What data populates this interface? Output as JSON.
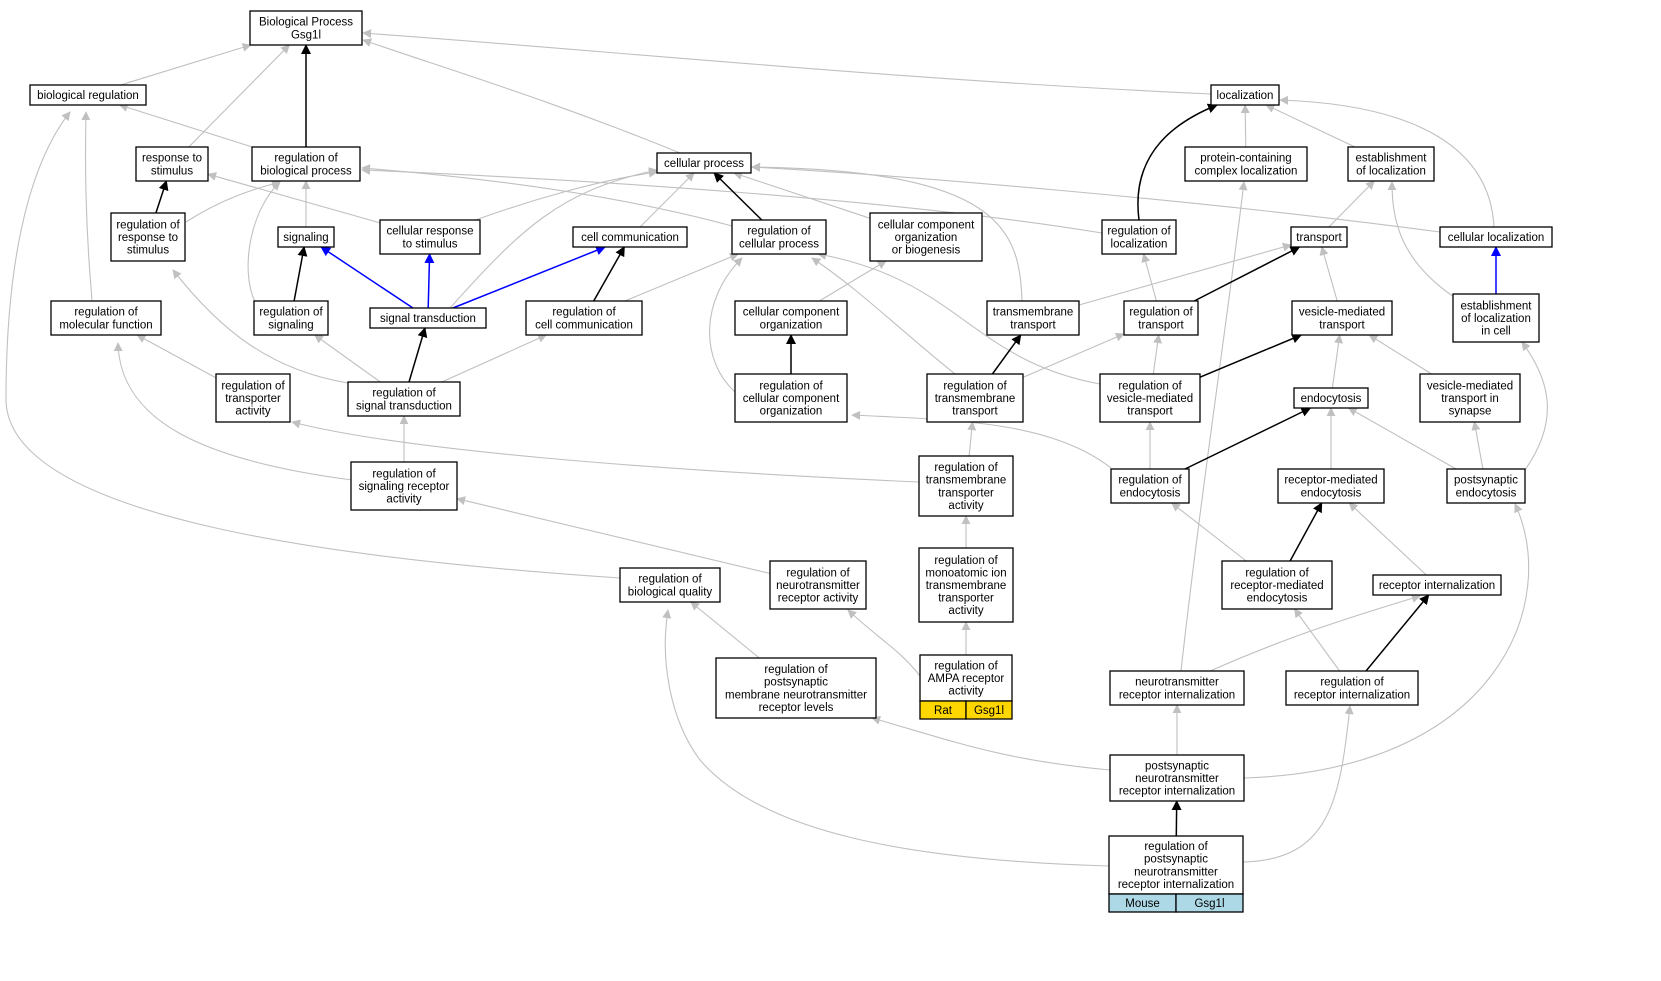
{
  "colors": {
    "edge_gray": "#c0c0c0",
    "edge_black": "#000000",
    "edge_blue": "#0000ff",
    "rat_fill": "#ffd700",
    "mouse_fill": "#add8e6"
  },
  "nodes": [
    {
      "id": "bp",
      "lines": [
        "Biological Process",
        "Gsg1l"
      ]
    },
    {
      "id": "biological-regulation",
      "lines": [
        "biological regulation"
      ]
    },
    {
      "id": "localization",
      "lines": [
        "localization"
      ]
    },
    {
      "id": "response-to-stimulus",
      "lines": [
        "response to",
        "stimulus"
      ]
    },
    {
      "id": "regulation-of-biological-process",
      "lines": [
        "regulation of",
        "biological process"
      ]
    },
    {
      "id": "cellular-process",
      "lines": [
        "cellular process"
      ]
    },
    {
      "id": "protein-containing-complex-localization",
      "lines": [
        "protein-containing",
        "complex localization"
      ]
    },
    {
      "id": "establishment-of-localization",
      "lines": [
        "establishment",
        "of localization"
      ]
    },
    {
      "id": "regulation-of-response-to-stimulus",
      "lines": [
        "regulation of",
        "response to",
        "stimulus"
      ]
    },
    {
      "id": "signaling",
      "lines": [
        "signaling"
      ]
    },
    {
      "id": "cellular-response-to-stimulus",
      "lines": [
        "cellular response",
        "to stimulus"
      ]
    },
    {
      "id": "cell-communication",
      "lines": [
        "cell communication"
      ]
    },
    {
      "id": "regulation-of-cellular-process",
      "lines": [
        "regulation of",
        "cellular process"
      ]
    },
    {
      "id": "cellular-component-organization-or-biogenesis",
      "lines": [
        "cellular component",
        "organization",
        "or biogenesis"
      ]
    },
    {
      "id": "regulation-of-localization",
      "lines": [
        "regulation of",
        "localization"
      ]
    },
    {
      "id": "transport",
      "lines": [
        "transport"
      ]
    },
    {
      "id": "cellular-localization",
      "lines": [
        "cellular localization"
      ]
    },
    {
      "id": "regulation-of-molecular-function",
      "lines": [
        "regulation of",
        "molecular function"
      ]
    },
    {
      "id": "regulation-of-signaling",
      "lines": [
        "regulation of",
        "signaling"
      ]
    },
    {
      "id": "signal-transduction",
      "lines": [
        "signal transduction"
      ]
    },
    {
      "id": "regulation-of-cell-communication",
      "lines": [
        "regulation of",
        "cell communication"
      ]
    },
    {
      "id": "cellular-component-organization",
      "lines": [
        "cellular component",
        "organization"
      ]
    },
    {
      "id": "transmembrane-transport",
      "lines": [
        "transmembrane",
        "transport"
      ]
    },
    {
      "id": "regulation-of-transport",
      "lines": [
        "regulation of",
        "transport"
      ]
    },
    {
      "id": "vesicle-mediated-transport",
      "lines": [
        "vesicle-mediated",
        "transport"
      ]
    },
    {
      "id": "establishment-of-localization-in-cell",
      "lines": [
        "establishment",
        "of localization",
        "in cell"
      ]
    },
    {
      "id": "regulation-of-transporter-activity",
      "lines": [
        "regulation of",
        "transporter",
        "activity"
      ]
    },
    {
      "id": "regulation-of-signal-transduction",
      "lines": [
        "regulation of",
        "signal transduction"
      ]
    },
    {
      "id": "regulation-of-cellular-component-organization",
      "lines": [
        "regulation of",
        "cellular component",
        "organization"
      ]
    },
    {
      "id": "regulation-of-transmembrane-transport",
      "lines": [
        "regulation of",
        "transmembrane",
        "transport"
      ]
    },
    {
      "id": "regulation-of-vesicle-mediated-transport",
      "lines": [
        "regulation of",
        "vesicle-mediated",
        "transport"
      ]
    },
    {
      "id": "endocytosis",
      "lines": [
        "endocytosis"
      ]
    },
    {
      "id": "vesicle-mediated-transport-in-synapse",
      "lines": [
        "vesicle-mediated",
        "transport in",
        "synapse"
      ]
    },
    {
      "id": "regulation-of-signaling-receptor-activity",
      "lines": [
        "regulation of",
        "signaling receptor",
        "activity"
      ]
    },
    {
      "id": "regulation-of-transmembrane-transporter-activity",
      "lines": [
        "regulation of",
        "transmembrane",
        "transporter",
        "activity"
      ]
    },
    {
      "id": "regulation-of-endocytosis",
      "lines": [
        "regulation of",
        "endocytosis"
      ]
    },
    {
      "id": "receptor-mediated-endocytosis",
      "lines": [
        "receptor-mediated",
        "endocytosis"
      ]
    },
    {
      "id": "postsynaptic-endocytosis",
      "lines": [
        "postsynaptic",
        "endocytosis"
      ]
    },
    {
      "id": "regulation-of-biological-quality",
      "lines": [
        "regulation of",
        "biological quality"
      ]
    },
    {
      "id": "regulation-of-neurotransmitter-receptor-activity",
      "lines": [
        "regulation of",
        "neurotransmitter",
        "receptor activity"
      ]
    },
    {
      "id": "regulation-of-monoatomic-ion-transmembrane-transporter-activity",
      "lines": [
        "regulation of",
        "monoatomic ion",
        "transmembrane",
        "transporter",
        "activity"
      ]
    },
    {
      "id": "regulation-of-receptor-mediated-endocytosis",
      "lines": [
        "regulation of",
        "receptor-mediated",
        "endocytosis"
      ]
    },
    {
      "id": "receptor-internalization",
      "lines": [
        "receptor internalization"
      ]
    },
    {
      "id": "regulation-of-postsynaptic-membrane-neurotransmitter-receptor-levels",
      "lines": [
        "regulation of",
        "postsynaptic",
        "membrane neurotransmitter",
        "receptor levels"
      ]
    },
    {
      "id": "regulation-of-ampa-receptor-activity",
      "lines": [
        "regulation of",
        "AMPA receptor",
        "activity"
      ],
      "tags": [
        {
          "label": "Rat",
          "color": "#ffd700"
        },
        {
          "label": "Gsg1l",
          "color": "#ffd700"
        }
      ]
    },
    {
      "id": "neurotransmitter-receptor-internalization",
      "lines": [
        "neurotransmitter",
        "receptor internalization"
      ]
    },
    {
      "id": "regulation-of-receptor-internalization",
      "lines": [
        "regulation of",
        "receptor internalization"
      ]
    },
    {
      "id": "postsynaptic-neurotransmitter-receptor-internalization",
      "lines": [
        "postsynaptic",
        "neurotransmitter",
        "receptor internalization"
      ]
    },
    {
      "id": "regulation-of-postsynaptic-neurotransmitter-receptor-internalization",
      "lines": [
        "regulation of",
        "postsynaptic",
        "neurotransmitter",
        "receptor internalization"
      ],
      "tags": [
        {
          "label": "Mouse",
          "color": "#add8e6"
        },
        {
          "label": "Gsg1l",
          "color": "#add8e6"
        }
      ]
    }
  ],
  "edges": [
    {
      "from": "biological-regulation",
      "to": "bp",
      "color": "gray"
    },
    {
      "from": "regulation-of-biological-process",
      "to": "bp",
      "color": "black"
    },
    {
      "from": "cellular-process",
      "to": "bp",
      "color": "gray"
    },
    {
      "from": "response-to-stimulus",
      "to": "bp",
      "color": "gray"
    },
    {
      "from": "localization",
      "to": "bp",
      "color": "gray"
    },
    {
      "from": "regulation-of-biological-process",
      "to": "biological-regulation",
      "color": "gray"
    },
    {
      "from": "regulation-of-molecular-function",
      "to": "biological-regulation",
      "color": "gray"
    },
    {
      "from": "regulation-of-biological-quality",
      "to": "biological-regulation",
      "color": "gray"
    },
    {
      "from": "regulation-of-response-to-stimulus",
      "to": "response-to-stimulus",
      "color": "black"
    },
    {
      "from": "cellular-response-to-stimulus",
      "to": "response-to-stimulus",
      "color": "gray"
    },
    {
      "from": "regulation-of-response-to-stimulus",
      "to": "regulation-of-biological-process",
      "color": "gray"
    },
    {
      "from": "regulation-of-signaling",
      "to": "regulation-of-biological-process",
      "color": "gray"
    },
    {
      "from": "regulation-of-cellular-process",
      "to": "regulation-of-biological-process",
      "color": "gray"
    },
    {
      "from": "regulation-of-localization",
      "to": "regulation-of-biological-process",
      "color": "gray"
    },
    {
      "from": "signaling",
      "to": "regulation-of-biological-process",
      "color": "gray"
    },
    {
      "from": "cell-communication",
      "to": "cellular-process",
      "color": "gray"
    },
    {
      "from": "regulation-of-cellular-process",
      "to": "cellular-process",
      "color": "black"
    },
    {
      "from": "cellular-response-to-stimulus",
      "to": "cellular-process",
      "color": "gray"
    },
    {
      "from": "signal-transduction",
      "to": "cellular-process",
      "color": "gray"
    },
    {
      "from": "cellular-component-organization-or-biogenesis",
      "to": "cellular-process",
      "color": "gray"
    },
    {
      "from": "transmembrane-transport",
      "to": "cellular-process",
      "color": "gray"
    },
    {
      "from": "cellular-localization",
      "to": "cellular-process",
      "color": "gray"
    },
    {
      "from": "regulation-of-localization",
      "to": "localization",
      "color": "black"
    },
    {
      "from": "protein-containing-complex-localization",
      "to": "localization",
      "color": "gray"
    },
    {
      "from": "establishment-of-localization",
      "to": "localization",
      "color": "gray"
    },
    {
      "from": "cellular-localization",
      "to": "localization",
      "color": "gray"
    },
    {
      "from": "transport",
      "to": "establishment-of-localization",
      "color": "gray"
    },
    {
      "from": "establishment-of-localization-in-cell",
      "to": "establishment-of-localization",
      "color": "gray"
    },
    {
      "from": "establishment-of-localization-in-cell",
      "to": "cellular-localization",
      "color": "blue"
    },
    {
      "from": "neurotransmitter-receptor-internalization",
      "to": "protein-containing-complex-localization",
      "color": "gray"
    },
    {
      "from": "regulation-of-signaling",
      "to": "signaling",
      "color": "black"
    },
    {
      "from": "signal-transduction",
      "to": "signaling",
      "color": "blue"
    },
    {
      "from": "signal-transduction",
      "to": "cellular-response-to-stimulus",
      "color": "blue"
    },
    {
      "from": "signal-transduction",
      "to": "cell-communication",
      "color": "blue"
    },
    {
      "from": "regulation-of-cell-communication",
      "to": "cell-communication",
      "color": "black"
    },
    {
      "from": "regulation-of-signal-transduction",
      "to": "signal-transduction",
      "color": "black"
    },
    {
      "from": "regulation-of-signal-transduction",
      "to": "regulation-of-signaling",
      "color": "gray"
    },
    {
      "from": "regulation-of-signal-transduction",
      "to": "regulation-of-cell-communication",
      "color": "gray"
    },
    {
      "from": "regulation-of-signal-transduction",
      "to": "regulation-of-response-to-stimulus",
      "color": "gray"
    },
    {
      "from": "regulation-of-cell-communication",
      "to": "regulation-of-cellular-process",
      "color": "gray"
    },
    {
      "from": "regulation-of-cellular-component-organization",
      "to": "regulation-of-cellular-process",
      "color": "gray"
    },
    {
      "from": "regulation-of-transmembrane-transport",
      "to": "regulation-of-cellular-process",
      "color": "gray"
    },
    {
      "from": "regulation-of-vesicle-mediated-transport",
      "to": "regulation-of-cellular-process",
      "color": "gray"
    },
    {
      "from": "cellular-component-organization",
      "to": "cellular-component-organization-or-biogenesis",
      "color": "gray"
    },
    {
      "from": "regulation-of-cellular-component-organization",
      "to": "cellular-component-organization",
      "color": "black"
    },
    {
      "from": "regulation-of-transport",
      "to": "regulation-of-localization",
      "color": "gray"
    },
    {
      "from": "regulation-of-transport",
      "to": "transport",
      "color": "black"
    },
    {
      "from": "transmembrane-transport",
      "to": "transport",
      "color": "gray"
    },
    {
      "from": "vesicle-mediated-transport",
      "to": "transport",
      "color": "gray"
    },
    {
      "from": "regulation-of-transmembrane-transport",
      "to": "transmembrane-transport",
      "color": "black"
    },
    {
      "from": "regulation-of-transmembrane-transport",
      "to": "regulation-of-transport",
      "color": "gray"
    },
    {
      "from": "regulation-of-vesicle-mediated-transport",
      "to": "regulation-of-transport",
      "color": "gray"
    },
    {
      "from": "regulation-of-vesicle-mediated-transport",
      "to": "vesicle-mediated-transport",
      "color": "black"
    },
    {
      "from": "endocytosis",
      "to": "vesicle-mediated-transport",
      "color": "gray"
    },
    {
      "from": "vesicle-mediated-transport-in-synapse",
      "to": "vesicle-mediated-transport",
      "color": "gray"
    },
    {
      "from": "postsynaptic-endocytosis",
      "to": "establishment-of-localization-in-cell",
      "color": "gray"
    },
    {
      "from": "regulation-of-transporter-activity",
      "to": "regulation-of-molecular-function",
      "color": "gray"
    },
    {
      "from": "regulation-of-signaling-receptor-activity",
      "to": "regulation-of-molecular-function",
      "color": "gray"
    },
    {
      "from": "regulation-of-signaling-receptor-activity",
      "to": "regulation-of-signal-transduction",
      "color": "gray"
    },
    {
      "from": "regulation-of-transmembrane-transporter-activity",
      "to": "regulation-of-transporter-activity",
      "color": "gray"
    },
    {
      "from": "regulation-of-transmembrane-transporter-activity",
      "to": "regulation-of-transmembrane-transport",
      "color": "gray"
    },
    {
      "from": "regulation-of-endocytosis",
      "to": "regulation-of-cellular-component-organization",
      "color": "gray"
    },
    {
      "from": "regulation-of-endocytosis",
      "to": "regulation-of-vesicle-mediated-transport",
      "color": "gray"
    },
    {
      "from": "regulation-of-endocytosis",
      "to": "endocytosis",
      "color": "black"
    },
    {
      "from": "receptor-mediated-endocytosis",
      "to": "endocytosis",
      "color": "gray"
    },
    {
      "from": "postsynaptic-endocytosis",
      "to": "endocytosis",
      "color": "gray"
    },
    {
      "from": "postsynaptic-endocytosis",
      "to": "vesicle-mediated-transport-in-synapse",
      "color": "gray"
    },
    {
      "from": "regulation-of-monoatomic-ion-transmembrane-transporter-activity",
      "to": "regulation-of-transmembrane-transporter-activity",
      "color": "gray"
    },
    {
      "from": "regulation-of-neurotransmitter-receptor-activity",
      "to": "regulation-of-signaling-receptor-activity",
      "color": "gray"
    },
    {
      "from": "regulation-of-ampa-receptor-activity",
      "to": "regulation-of-monoatomic-ion-transmembrane-transporter-activity",
      "color": "gray"
    },
    {
      "from": "regulation-of-ampa-receptor-activity",
      "to": "regulation-of-neurotransmitter-receptor-activity",
      "color": "gray"
    },
    {
      "from": "regulation-of-receptor-mediated-endocytosis",
      "to": "receptor-mediated-endocytosis",
      "color": "black"
    },
    {
      "from": "regulation-of-receptor-mediated-endocytosis",
      "to": "regulation-of-endocytosis",
      "color": "gray"
    },
    {
      "from": "receptor-internalization",
      "to": "receptor-mediated-endocytosis",
      "color": "gray"
    },
    {
      "from": "regulation-of-receptor-internalization",
      "to": "receptor-internalization",
      "color": "black"
    },
    {
      "from": "regulation-of-receptor-internalization",
      "to": "regulation-of-receptor-mediated-endocytosis",
      "color": "gray"
    },
    {
      "from": "neurotransmitter-receptor-internalization",
      "to": "receptor-internalization",
      "color": "gray"
    },
    {
      "from": "regulation-of-postsynaptic-membrane-neurotransmitter-receptor-levels",
      "to": "regulation-of-biological-quality",
      "color": "gray"
    },
    {
      "from": "postsynaptic-neurotransmitter-receptor-internalization",
      "to": "neurotransmitter-receptor-internalization",
      "color": "gray"
    },
    {
      "from": "postsynaptic-neurotransmitter-receptor-internalization",
      "to": "regulation-of-postsynaptic-membrane-neurotransmitter-receptor-levels",
      "color": "gray"
    },
    {
      "from": "postsynaptic-neurotransmitter-receptor-internalization",
      "to": "postsynaptic-endocytosis",
      "color": "gray"
    },
    {
      "from": "regulation-of-postsynaptic-neurotransmitter-receptor-internalization",
      "to": "postsynaptic-neurotransmitter-receptor-internalization",
      "color": "black"
    },
    {
      "from": "regulation-of-postsynaptic-neurotransmitter-receptor-internalization",
      "to": "regulation-of-receptor-internalization",
      "color": "gray"
    },
    {
      "from": "regulation-of-postsynaptic-neurotransmitter-receptor-internalization",
      "to": "regulation-of-biological-quality",
      "color": "gray"
    }
  ]
}
